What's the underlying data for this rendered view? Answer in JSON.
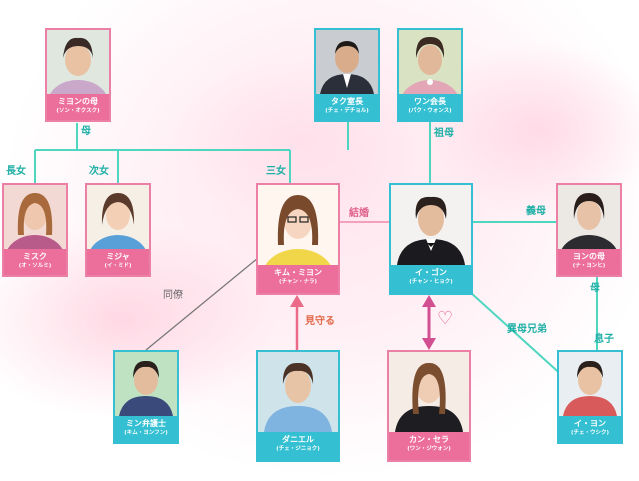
{
  "people": {
    "miyeon_mother": {
      "name": "ミヨンの母",
      "actor": "(ソン・オクスク)"
    },
    "misuku": {
      "name": "ミスク",
      "actor": "(オ・ソルミ)"
    },
    "mija": {
      "name": "ミジャ",
      "actor": "(イ・ミド)"
    },
    "kim_miyeon": {
      "name": "キム・ミヨン",
      "actor": "(チャン・ナラ)"
    },
    "tak": {
      "name": "タク室長",
      "actor": "(チェ・デチョル)"
    },
    "wan": {
      "name": "ワン会長",
      "actor": "(パク・ウォンス)"
    },
    "i_gon": {
      "name": "イ・ゴン",
      "actor": "(チャン・ヒョク)"
    },
    "yeon_mother": {
      "name": "ヨンの母",
      "actor": "(ナ・ヨンヒ)"
    },
    "min_lawyer": {
      "name": "ミン弁護士",
      "actor": "(キム・ヨンフン)"
    },
    "daniel": {
      "name": "ダニエル",
      "actor": "(チェ・ジニョク)"
    },
    "kang_sera": {
      "name": "カン・セラ",
      "actor": "(ワン・ジウォン)"
    },
    "i_yeon": {
      "name": "イ・ヨン",
      "actor": "(チェ・ウシク)"
    }
  },
  "relations": {
    "mother": "母",
    "eldest_daughter": "長女",
    "second_daughter": "次女",
    "third_daughter": "三女",
    "grandmother": "祖母",
    "marriage": "結婚",
    "stepmother": "義母",
    "mother2": "母",
    "son": "息子",
    "half_brother": "異母兄弟",
    "colleague": "同僚",
    "watching": "見守る",
    "heart": "♡"
  },
  "colors": {
    "teal": "#34c0d2",
    "line_teal": "#4fd6c0",
    "pink": "#ec6f9b",
    "line_pink": "#f2a0bb",
    "gray_line": "#777777"
  },
  "icons": [
    "heart-icon",
    "arrow-up-icon",
    "double-arrow-icon"
  ]
}
